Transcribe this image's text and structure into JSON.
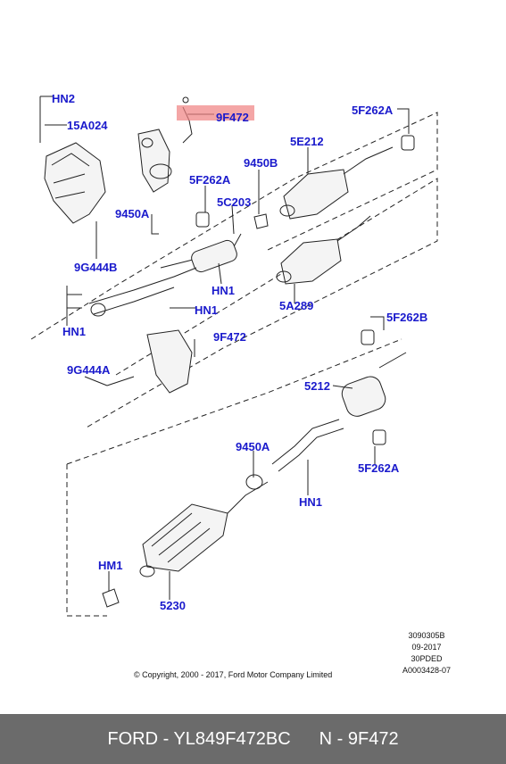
{
  "callouts": {
    "hn2": "HN2",
    "c15a024": "15A024",
    "c9f472_top": "9F472",
    "c5f262a_top": "5F262A",
    "c5e212": "5E212",
    "c9450b": "9450B",
    "c5f262a_mid": "5F262A",
    "c9450a_left": "9450A",
    "c5c203": "5C203",
    "c9g444b": "9G444B",
    "hn1_mid": "HN1",
    "hn1_center": "HN1",
    "hn1_left": "HN1",
    "c5a289": "5A289",
    "c9f472_low": "9F472",
    "c5f262b": "5F262B",
    "c9g444a": "9G444A",
    "c5212": "5212",
    "c9450a_low": "9450A",
    "c5f262a_low": "5F262A",
    "hn1_low": "HN1",
    "hm1": "HM1",
    "c5230": "5230"
  },
  "meta": {
    "code1": "3090305B",
    "date": "09-2017",
    "code2": "30PDED",
    "code3": "A0003428-07"
  },
  "copyright": "© Copyright, 2000 - 2017, Ford Motor Company Limited",
  "footer": {
    "part": "FORD - YL849F472BC",
    "number": "N - 9F472"
  },
  "highlight_color": "#f08080",
  "label_color": "#1a1acc"
}
